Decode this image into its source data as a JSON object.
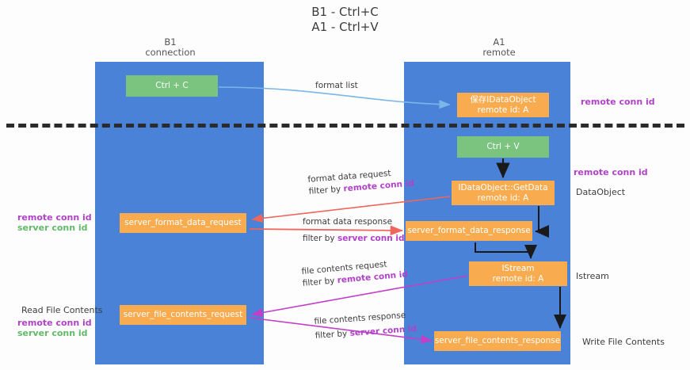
{
  "title": {
    "line1": "B1 - Ctrl+C",
    "line2": "A1 - Ctrl+V"
  },
  "columns": {
    "left": {
      "name": "B1",
      "role": "connection"
    },
    "right": {
      "name": "A1",
      "role": "remote"
    }
  },
  "nodes": {
    "ctrl_c": {
      "label": "Ctrl + C",
      "color": "#7ac47f"
    },
    "save_idataobject": {
      "line1": "保存IDataObject",
      "line2": "remote id: A",
      "color": "#f8ac4f"
    },
    "ctrl_v": {
      "label": "Ctrl + V",
      "color": "#7ac47f"
    },
    "getdata": {
      "line1": "IDataObject::GetData",
      "line2": "remote id: A",
      "color": "#f8ac4f"
    },
    "server_format_data_request": {
      "label": "server_format_data_request",
      "color": "#f8ac4f"
    },
    "server_format_data_response": {
      "label": "server_format_data_response",
      "color": "#f8ac4f"
    },
    "istream": {
      "line1": "IStream",
      "line2": "remote id: A",
      "color": "#f8ac4f"
    },
    "server_file_contents_request": {
      "label": "server_file_contents_request",
      "color": "#f8ac4f"
    },
    "server_file_contents_response": {
      "label": "server_file_contents_response",
      "color": "#f8ac4f"
    }
  },
  "edges": {
    "format_list": {
      "label": "format list"
    },
    "format_data_request": {
      "line1": "format data request",
      "prefix": "filter by ",
      "id": "remote conn id"
    },
    "format_data_response": {
      "line1": "format data response",
      "prefix": "filter by ",
      "id": "server conn id"
    },
    "file_contents_request": {
      "line1": "file contents request",
      "prefix": "filter by ",
      "id": "remote conn id"
    },
    "file_contents_response": {
      "line1": "file contents response",
      "prefix": "filter by ",
      "id": "server conn id"
    }
  },
  "annotations": {
    "remote_conn_id_top": "remote conn id",
    "remote_conn_id_mid": "remote conn id",
    "dataobject": "DataObject",
    "istream": "Istream",
    "write_file_contents": "Write File Contents",
    "read_file_contents": "Read File Contents",
    "left_remote_conn_id": "remote conn id",
    "left_server_conn_id": "server conn id",
    "left_remote_conn_id_2": "remote conn id",
    "left_server_conn_id_2": "server conn id"
  },
  "colors": {
    "lane": "#4a82d8",
    "green_node": "#7ac47f",
    "orange_node": "#f8ac4f",
    "purple_text": "#b042c8",
    "green_text": "#62b968",
    "arrow_blue": "#7ab6e8",
    "arrow_red": "#f0655c",
    "arrow_magenta": "#c23fc7",
    "arrow_black": "#1a1a1a",
    "divider": "#2b2b2b"
  }
}
